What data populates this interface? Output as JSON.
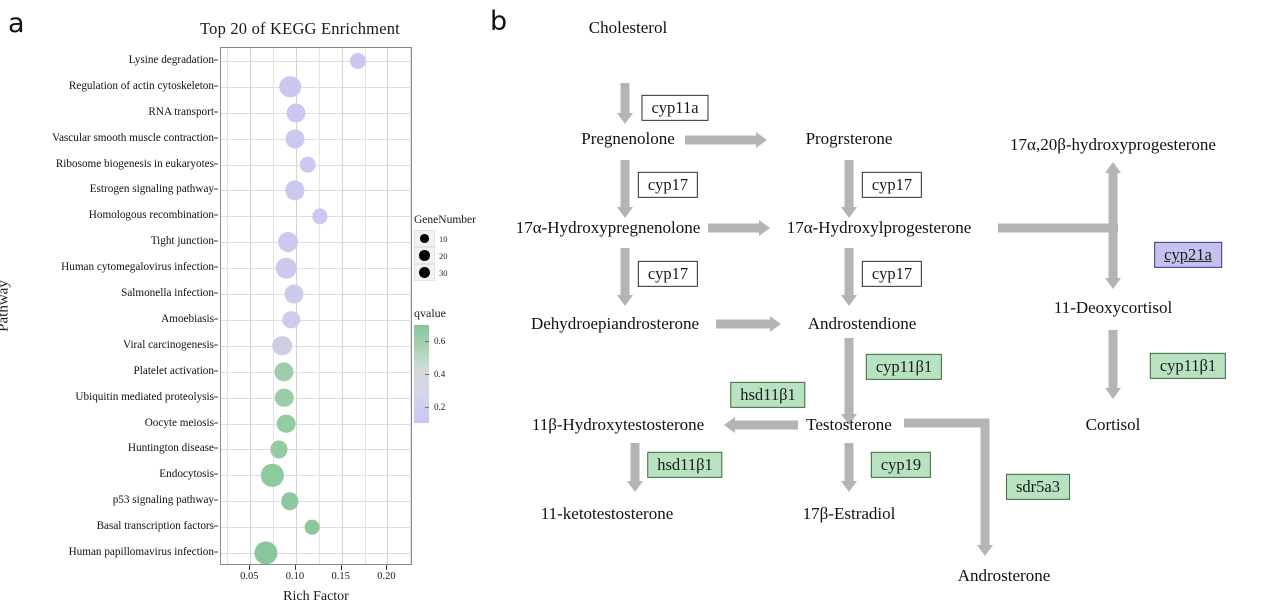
{
  "figure": {
    "panel_a_letter": "a",
    "panel_b_letter": "b"
  },
  "chart_data": {
    "type": "scatter",
    "title": "Top 20 of KEGG Enrichment",
    "xlabel": "Rich Factor",
    "ylabel": "Pathway",
    "xlim": [
      0.018,
      0.228
    ],
    "xticks": [
      "0.05",
      "0.10",
      "0.15",
      "0.20"
    ],
    "xtick_values": [
      0.05,
      0.1,
      0.15,
      0.2
    ],
    "grid": true,
    "legend_position": "right",
    "categories": [
      "Lysine degradation",
      "Regulation of actin cytoskeleton",
      "RNA transport",
      "Vascular smooth muscle contraction",
      "Ribosome biogenesis in eukaryotes",
      "Estrogen signaling pathway",
      "Homologous recombination",
      "Tight junction",
      "Human cytomegalovirus infection",
      "Salmonella infection",
      "Amoebiasis",
      "Viral carcinogenesis",
      "Platelet activation",
      "Ubiquitin mediated proteolysis",
      "Oocyte meiosis",
      "Huntington disease",
      "Endocytosis",
      "p53 signaling pathway",
      "Basal transcription factors",
      "Human papillomavirus infection"
    ],
    "points": [
      {
        "pathway": "Lysine degradation",
        "rich_factor": 0.168,
        "gene_number": 11,
        "qvalue": 0.16
      },
      {
        "pathway": "Regulation of actin cytoskeleton",
        "rich_factor": 0.094,
        "gene_number": 26,
        "qvalue": 0.16
      },
      {
        "pathway": "RNA transport",
        "rich_factor": 0.1,
        "gene_number": 18,
        "qvalue": 0.16
      },
      {
        "pathway": "Vascular smooth muscle contraction",
        "rich_factor": 0.099,
        "gene_number": 18,
        "qvalue": 0.17
      },
      {
        "pathway": "Ribosome biogenesis in eukaryotes",
        "rich_factor": 0.113,
        "gene_number": 12,
        "qvalue": 0.17
      },
      {
        "pathway": "Estrogen signaling pathway",
        "rich_factor": 0.099,
        "gene_number": 19,
        "qvalue": 0.18
      },
      {
        "pathway": "Homologous recombination",
        "rich_factor": 0.126,
        "gene_number": 9,
        "qvalue": 0.18
      },
      {
        "pathway": "Tight junction",
        "rich_factor": 0.091,
        "gene_number": 21,
        "qvalue": 0.19
      },
      {
        "pathway": "Human cytomegalovirus infection",
        "rich_factor": 0.089,
        "gene_number": 23,
        "qvalue": 0.2
      },
      {
        "pathway": "Salmonella infection",
        "rich_factor": 0.098,
        "gene_number": 18,
        "qvalue": 0.21
      },
      {
        "pathway": "Amoebiasis",
        "rich_factor": 0.095,
        "gene_number": 14,
        "qvalue": 0.22
      },
      {
        "pathway": "Viral carcinogenesis",
        "rich_factor": 0.085,
        "gene_number": 20,
        "qvalue": 0.24
      },
      {
        "pathway": "Platelet activation",
        "rich_factor": 0.087,
        "gene_number": 19,
        "qvalue": 0.46
      },
      {
        "pathway": "Ubiquitin mediated proteolysis",
        "rich_factor": 0.087,
        "gene_number": 17,
        "qvalue": 0.5
      },
      {
        "pathway": "Oocyte meiosis",
        "rich_factor": 0.089,
        "gene_number": 17,
        "qvalue": 0.53
      },
      {
        "pathway": "Huntington disease",
        "rich_factor": 0.081,
        "gene_number": 13,
        "qvalue": 0.55
      },
      {
        "pathway": "Endocytosis",
        "rich_factor": 0.074,
        "gene_number": 29,
        "qvalue": 0.58
      },
      {
        "pathway": "p53 signaling pathway",
        "rich_factor": 0.093,
        "gene_number": 14,
        "qvalue": 0.6
      },
      {
        "pathway": "Basal transcription factors",
        "rich_factor": 0.118,
        "gene_number": 8,
        "qvalue": 0.62
      },
      {
        "pathway": "Human papillomavirus infection",
        "rich_factor": 0.067,
        "gene_number": 32,
        "qvalue": 0.64
      }
    ],
    "size_legend": {
      "title": "GeneNumber",
      "values": [
        "10",
        "20",
        "30"
      ]
    },
    "color_legend": {
      "title": "qvalue",
      "ticks": [
        "0.6",
        "0.4",
        "0.2"
      ],
      "tick_values": [
        0.6,
        0.4,
        0.2
      ],
      "high_color": "#86c79a",
      "low_color": "#c9c7f2"
    }
  },
  "pathway": {
    "metabolites": {
      "cholesterol": "Cholesterol",
      "pregnenolone": "Pregnenolone",
      "progesterone": "Progrsterone",
      "hydroxypregnenolone": "17α-Hydroxypregnenolone",
      "hydroxyprogesterone": "17α-Hydroxylprogesterone",
      "dihydroxyprogesterone": "17α,20β-hydroxyprogesterone",
      "dhea": "Dehydroepiandrosterone",
      "androstendione": "Androstendione",
      "deoxycortisol": "11-Deoxycortisol",
      "cortisol": "Cortisol",
      "hydroxytestosterone": "11β-Hydroxytestosterone",
      "testosterone": "Testosterone",
      "ketotestosterone": "11-ketotestosterone",
      "estradiol": "17β-Estradiol",
      "androsterone": "Androsterone"
    },
    "enzymes": {
      "cyp11a": "cyp11a",
      "cyp17_a": "cyp17",
      "cyp17_b": "cyp17",
      "cyp17_c": "cyp17",
      "cyp17_d": "cyp17",
      "cyp21a": "cyp21a",
      "cyp11b1_left": "cyp11β1",
      "cyp11b1_right": "cyp11β1",
      "hsd11b1_top": "hsd11β1",
      "hsd11b1_bottom": "hsd11β1",
      "cyp19": "cyp19",
      "sdr5a3": "sdr5a3"
    },
    "colors": {
      "upregulated_green": "#b9e3c0",
      "downregulated_purple": "#c6c2f0",
      "arrow_grey": "#b4b4b4"
    }
  }
}
